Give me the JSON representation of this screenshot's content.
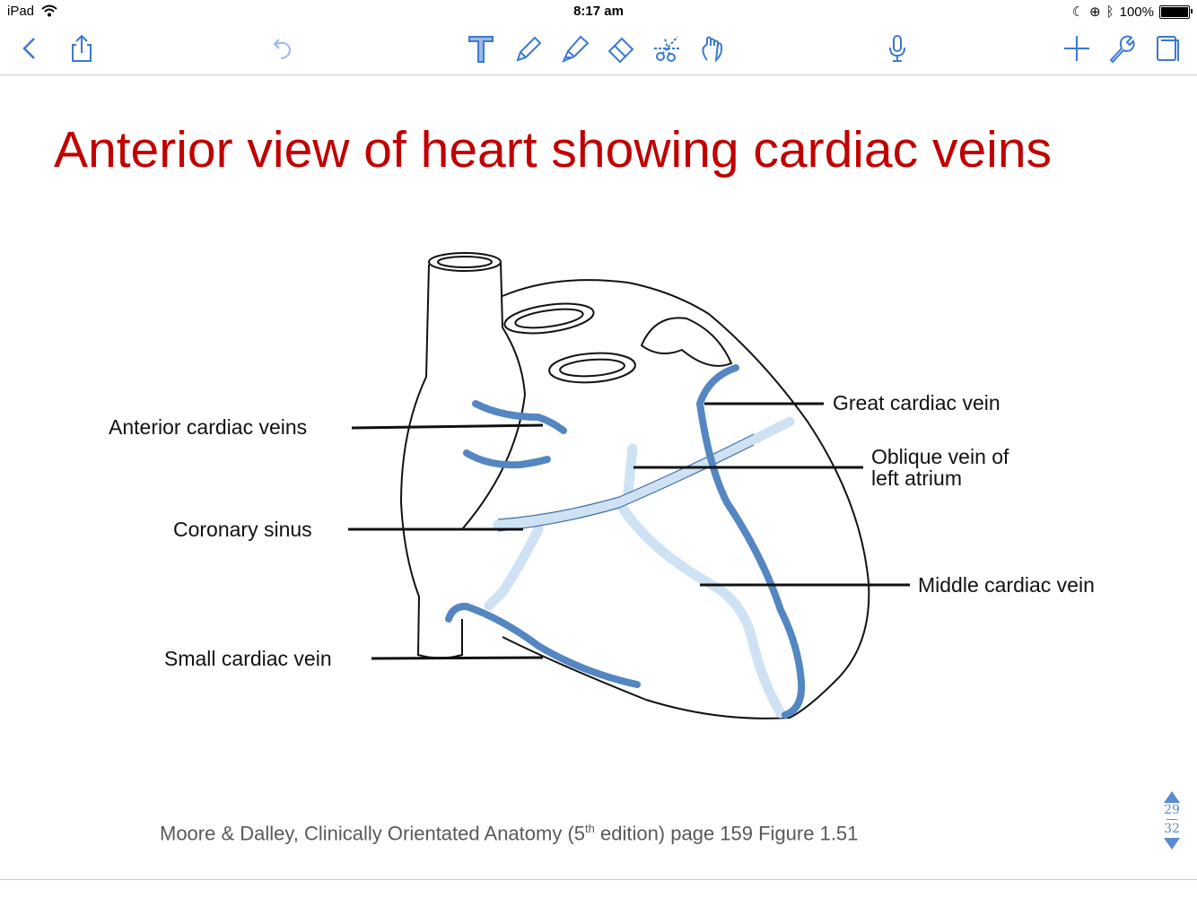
{
  "status": {
    "device": "iPad",
    "time": "8:17 am",
    "battery": "100%"
  },
  "toolbar": {
    "back_icon": "chevron-left-icon",
    "share_icon": "share-icon",
    "undo_icon": "undo-icon",
    "tools": [
      "text-tool-icon",
      "pen-icon",
      "highlighter-icon",
      "eraser-icon",
      "scissors-icon",
      "hand-icon"
    ],
    "mic_icon": "microphone-icon",
    "add_icon": "plus-icon",
    "settings_icon": "wrench-icon",
    "pages_icon": "pages-icon",
    "accent_color": "#3b79d2"
  },
  "slide": {
    "title": "Anterior view of heart showing cardiac veins",
    "title_color": "#c00000",
    "labels": {
      "anterior_cardiac_veins": "Anterior cardiac veins",
      "coronary_sinus": "Coronary sinus",
      "small_cardiac_vein": "Small cardiac vein",
      "great_cardiac_vein": "Great cardiac vein",
      "oblique_vein_line1": "Oblique vein of",
      "oblique_vein_line2": "left atrium",
      "middle_cardiac_vein": "Middle cardiac vein"
    },
    "caption_before": "Moore & Dalley, Clinically Orientated Anatomy (5",
    "caption_sup": "th",
    "caption_after": " edition) page 159 Figure 1.51"
  },
  "pager": {
    "current": "29",
    "total": "32"
  }
}
